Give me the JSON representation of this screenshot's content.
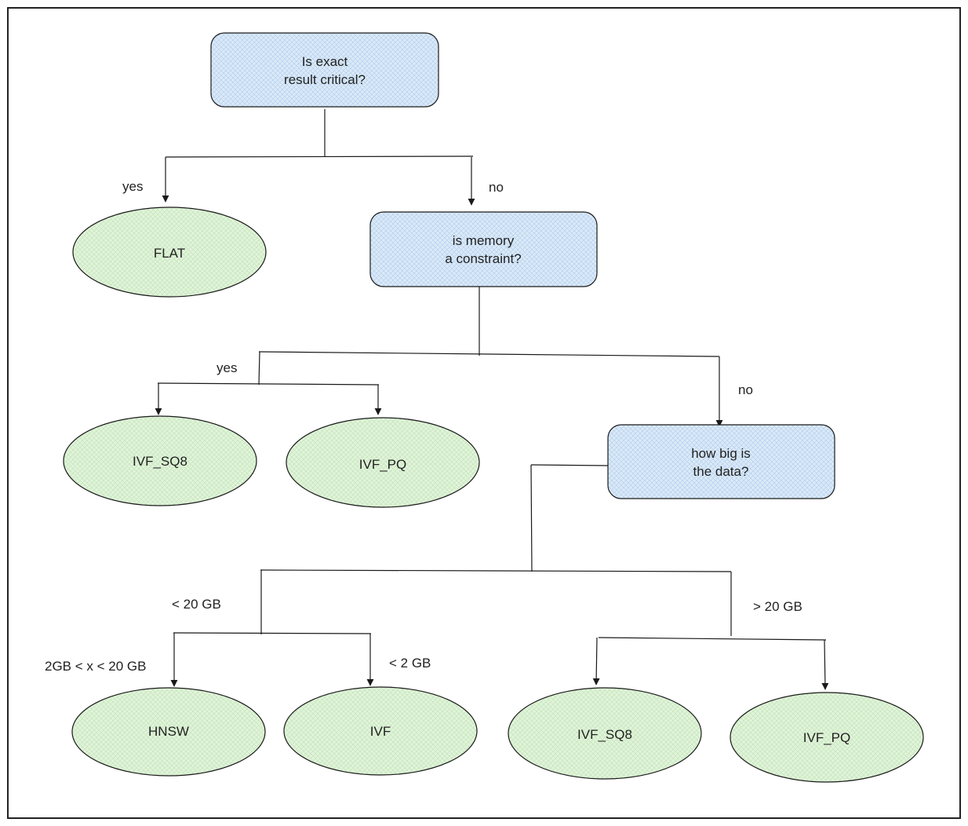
{
  "diagram": {
    "type": "decision-tree",
    "decisions": {
      "exact": {
        "lines": [
          "Is exact",
          "result critical?"
        ]
      },
      "memory": {
        "lines": [
          "is memory",
          "a constraint?"
        ]
      },
      "size": {
        "lines": [
          "how big is",
          "the data?"
        ]
      }
    },
    "outcomes": {
      "flat": "FLAT",
      "mem_sq8": "IVF_SQ8",
      "mem_pq": "IVF_PQ",
      "hnsw": "HNSW",
      "ivf": "IVF",
      "big_sq8": "IVF_SQ8",
      "big_pq": "IVF_PQ"
    },
    "edge_labels": {
      "exact_yes": "yes",
      "exact_no": "no",
      "memory_yes": "yes",
      "memory_no": "no",
      "size_small": "< 20 GB",
      "size_big": "> 20 GB",
      "mid_range": "2GB < x < 20 GB",
      "tiny": "< 2 GB"
    },
    "colors": {
      "decision_fill": "#dbe9f7",
      "decision_hatch": "#aecdee",
      "outcome_fill": "#e1f3db",
      "outcome_hatch": "#bfe4b2",
      "stroke": "#1a1a1a"
    }
  }
}
